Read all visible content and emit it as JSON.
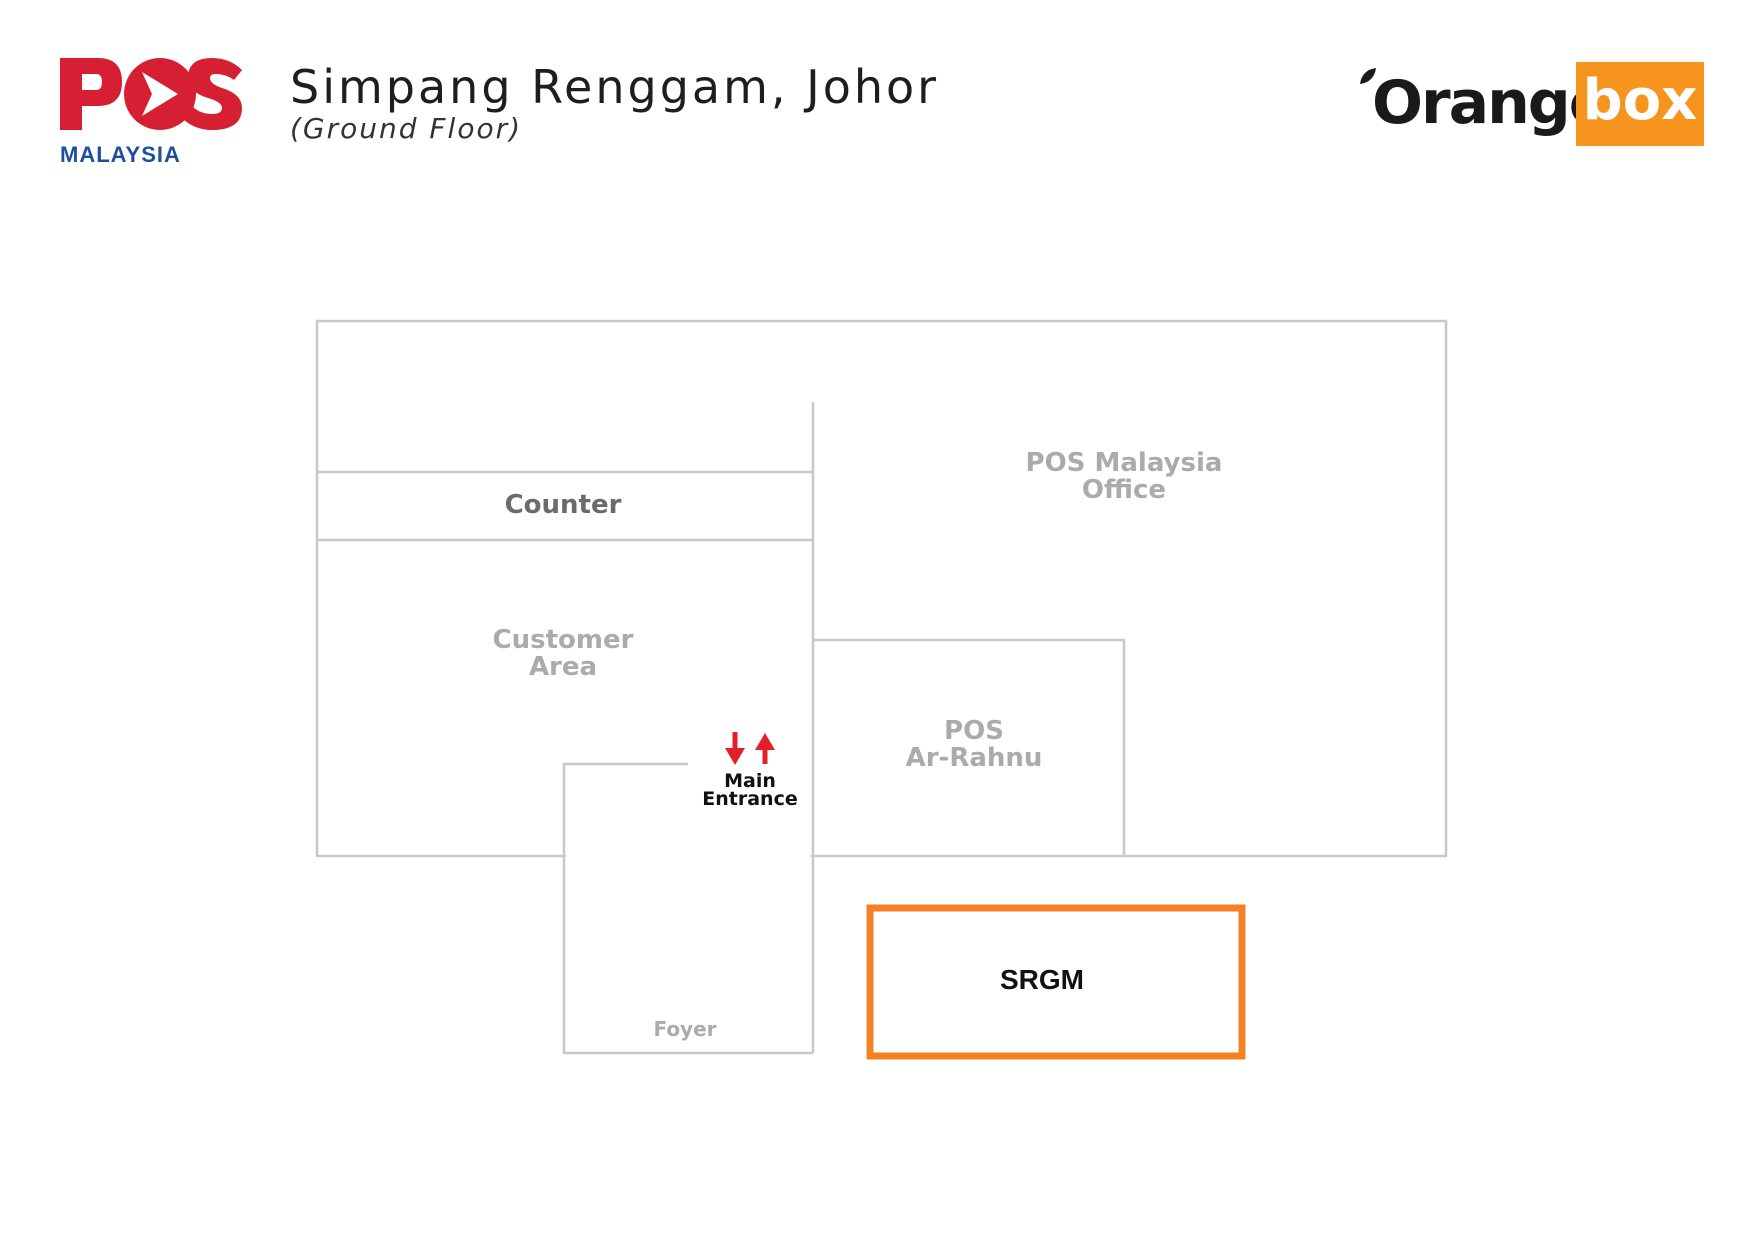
{
  "header": {
    "title": "Simpang Renggam, Johor",
    "subtitle": "(Ground Floor)"
  },
  "logos": {
    "pos": {
      "text": "POS",
      "subtext": "MALAYSIA",
      "color": "#d71f34",
      "subcolor": "#1c4f9c"
    },
    "orangebox": {
      "word1": "Orange",
      "word2": "box",
      "accent": "#f7941d"
    }
  },
  "floorplan": {
    "counter": "Counter",
    "customer_area": [
      "Customer",
      "Area"
    ],
    "pos_office": [
      "POS Malaysia",
      "Office"
    ],
    "ar_rahnu": [
      "POS",
      "Ar-Rahnu"
    ],
    "main_entrance": [
      "Main",
      "Entrance"
    ],
    "foyer": "Foyer",
    "srgm": "SRGM",
    "colors": {
      "wall": "#c8c8c8",
      "highlight": "#f58025",
      "arrow": "#e3202a"
    }
  }
}
